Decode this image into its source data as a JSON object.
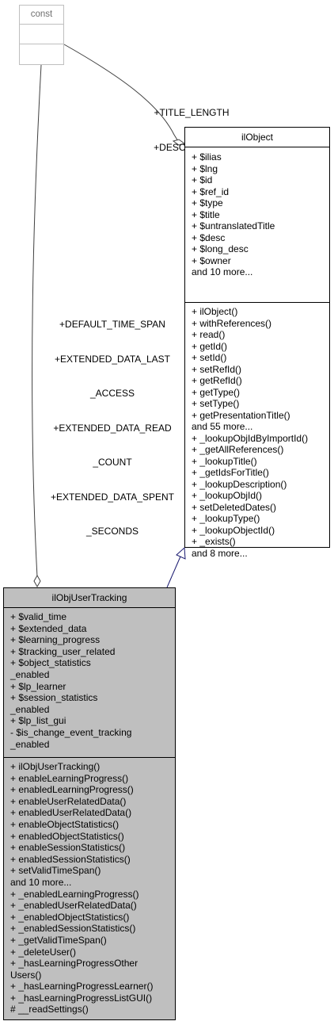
{
  "const_box": {
    "title": "const"
  },
  "ilobject_box": {
    "title": "ilObject",
    "attributes": [
      "+ $ilias",
      "+ $lng",
      "+ $id",
      "+ $ref_id",
      "+ $type",
      "+ $title",
      "+ $untranslatedTitle",
      "+ $desc",
      "+ $long_desc",
      "+ $owner",
      "and 10 more..."
    ],
    "operations": [
      "+ ilObject()",
      "+ withReferences()",
      "+ read()",
      "+ getId()",
      "+ setId()",
      "+ setRefId()",
      "+ getRefId()",
      "+ getType()",
      "+ setType()",
      "+ getPresentationTitle()",
      "and 55 more...",
      "+ _lookupObjIdByImportId()",
      "+ _getAllReferences()",
      "+ _lookupTitle()",
      "+ _getIdsForTitle()",
      "+ _lookupDescription()",
      "+ _lookupObjId()",
      "+ setDeletedDates()",
      "+ _lookupType()",
      "+ _lookupObjectId()",
      "+ _exists()",
      "and 8 more..."
    ]
  },
  "target_box": {
    "title": "ilObjUserTracking",
    "attributes": [
      "+ $valid_time",
      "+ $extended_data",
      "+ $learning_progress",
      "+ $tracking_user_related",
      "+ $object_statistics",
      "_enabled",
      "+ $lp_learner",
      "+ $session_statistics",
      "_enabled",
      "+ $lp_list_gui",
      "- $is_change_event_tracking",
      "_enabled"
    ],
    "operations": [
      "+ ilObjUserTracking()",
      "+ enableLearningProgress()",
      "+ enabledLearningProgress()",
      "+ enableUserRelatedData()",
      "+ enabledUserRelatedData()",
      "+ enableObjectStatistics()",
      "+ enabledObjectStatistics()",
      "+ enableSessionStatistics()",
      "+ enabledSessionStatistics()",
      "+ setValidTimeSpan()",
      "and 10 more...",
      "+ _enabledLearningProgress()",
      "+ _enabledUserRelatedData()",
      "+ _enabledObjectStatistics()",
      "+ _enabledSessionStatistics()",
      "+ _getValidTimeSpan()",
      "+ _deleteUser()",
      "+ _hasLearningProgressOther",
      "Users()",
      "+ _hasLearningProgressLearner()",
      "+ _hasLearningProgressListGUI()",
      "# __readSettings()"
    ]
  },
  "edge_labels": {
    "const_to_ilobject": [
      "+TITLE_LENGTH",
      "+DESC_LENGTH"
    ],
    "const_to_target": [
      "+DEFAULT_TIME_SPAN",
      "+EXTENDED_DATA_LAST",
      "_ACCESS",
      "+EXTENDED_DATA_READ",
      "_COUNT",
      "+EXTENDED_DATA_SPENT",
      "_SECONDS"
    ]
  },
  "colors": {
    "target_fill": "#bfbfbf",
    "edge_color": "#404040",
    "inherit_color": "#191970",
    "const_border": "#bfbfbf"
  }
}
